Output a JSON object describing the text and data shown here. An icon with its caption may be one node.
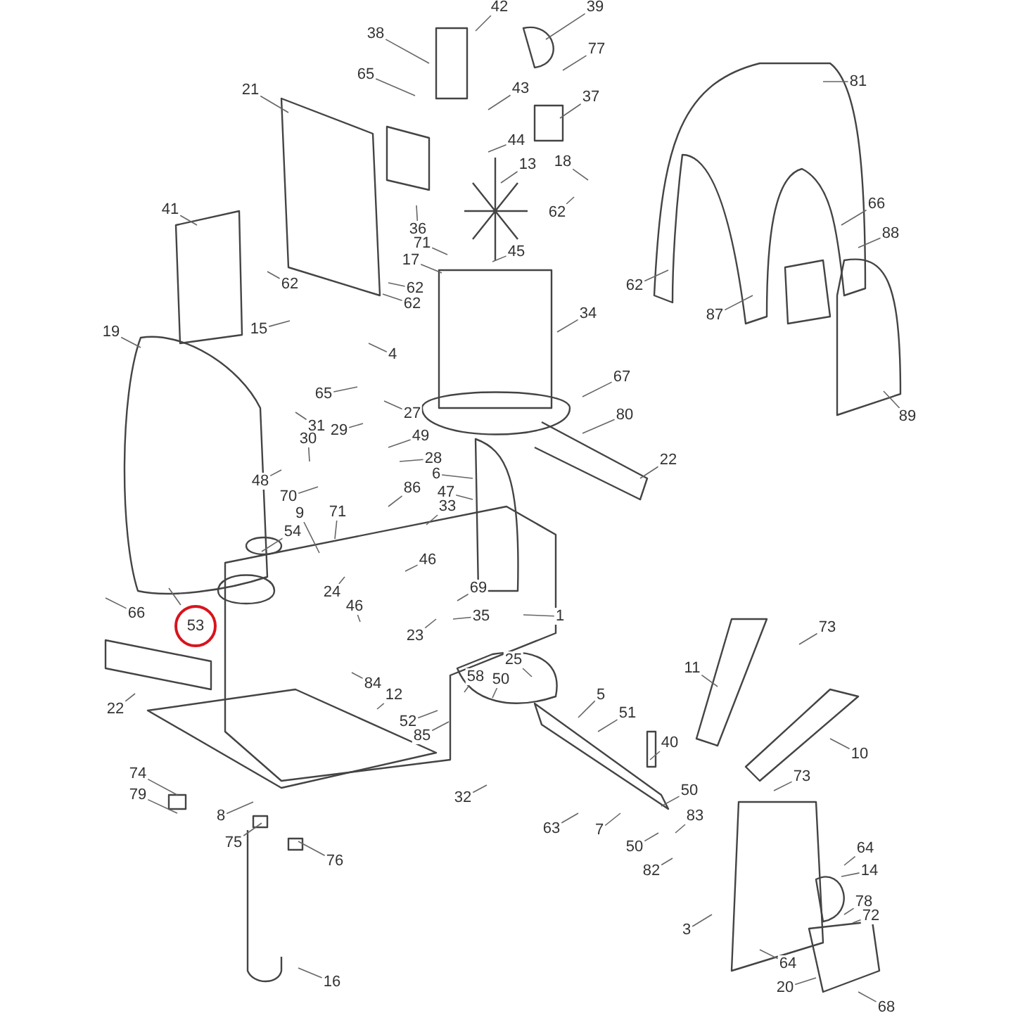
{
  "diagram": {
    "nodes": [
      {
        "text": [
          "38"
        ]
      },
      {
        "text": [
          "65"
        ]
      },
      {
        "text": [
          "21"
        ]
      },
      {
        "text": [
          "42"
        ]
      },
      {
        "text": [
          "39"
        ]
      },
      {
        "text": [
          "77"
        ]
      },
      {
        "text": [
          "43"
        ]
      },
      {
        "text": [
          "37"
        ]
      },
      {
        "text": [
          "44"
        ]
      },
      {
        "text": [
          "13"
        ]
      },
      {
        "text": [
          "18"
        ]
      },
      {
        "text": [
          "62"
        ]
      },
      {
        "text": [
          "36"
        ]
      },
      {
        "text": [
          "71"
        ]
      },
      {
        "text": [
          "17"
        ]
      },
      {
        "text": [
          "45"
        ]
      },
      {
        "text": [
          "81"
        ]
      },
      {
        "text": [
          "66"
        ]
      },
      {
        "text": [
          "88"
        ]
      },
      {
        "text": [
          "62"
        ]
      },
      {
        "text": [
          "87"
        ]
      },
      {
        "text": [
          "89"
        ]
      },
      {
        "text": [
          "34"
        ]
      },
      {
        "text": [
          "67"
        ]
      },
      {
        "text": [
          "80"
        ]
      },
      {
        "text": [
          "22"
        ]
      },
      {
        "text": [
          "41"
        ]
      },
      {
        "text": [
          "62"
        ]
      },
      {
        "text": [
          "62"
        ]
      },
      {
        "text": [
          "62"
        ]
      },
      {
        "text": [
          "15"
        ]
      },
      {
        "text": [
          "19"
        ]
      },
      {
        "text": [
          "4"
        ]
      },
      {
        "text": [
          "65"
        ]
      },
      {
        "text": [
          "27"
        ]
      },
      {
        "text": [
          "29"
        ]
      },
      {
        "text": [
          "31"
        ]
      },
      {
        "text": [
          "30"
        ]
      },
      {
        "text": [
          "49"
        ]
      },
      {
        "text": [
          "28"
        ]
      },
      {
        "text": [
          "6"
        ]
      },
      {
        "text": [
          "48"
        ]
      },
      {
        "text": [
          "70"
        ]
      },
      {
        "text": [
          "86"
        ]
      },
      {
        "text": [
          "47"
        ]
      },
      {
        "text": [
          "33"
        ]
      },
      {
        "text": [
          "9"
        ]
      },
      {
        "text": [
          "71"
        ]
      },
      {
        "text": [
          "54"
        ]
      },
      {
        "text": [
          "46"
        ]
      },
      {
        "text": [
          "24"
        ]
      },
      {
        "text": [
          "46"
        ]
      },
      {
        "text": [
          "69"
        ]
      },
      {
        "text": [
          "35"
        ]
      },
      {
        "text": [
          "23"
        ]
      },
      {
        "text": [
          "1"
        ]
      },
      {
        "text": [
          "66"
        ]
      },
      {
        "text": [
          "53"
        ]
      },
      {
        "text": [
          "22"
        ]
      },
      {
        "text": [
          "84"
        ]
      },
      {
        "text": [
          "12"
        ]
      },
      {
        "text": [
          "58"
        ]
      },
      {
        "text": [
          "50"
        ]
      },
      {
        "text": [
          "25"
        ]
      },
      {
        "text": [
          "52"
        ]
      },
      {
        "text": [
          "85"
        ]
      },
      {
        "text": [
          "32"
        ]
      },
      {
        "text": [
          "5"
        ]
      },
      {
        "text": [
          "51"
        ]
      },
      {
        "text": [
          "40"
        ]
      },
      {
        "text": [
          "11"
        ]
      },
      {
        "text": [
          "73"
        ]
      },
      {
        "text": [
          "10"
        ]
      },
      {
        "text": [
          "73"
        ]
      },
      {
        "text": [
          "50"
        ]
      },
      {
        "text": [
          "83"
        ]
      },
      {
        "text": [
          "63"
        ]
      },
      {
        "text": [
          "7"
        ]
      },
      {
        "text": [
          "50"
        ]
      },
      {
        "text": [
          "82"
        ]
      },
      {
        "text": [
          "64"
        ]
      },
      {
        "text": [
          "14"
        ]
      },
      {
        "text": [
          "78"
        ]
      },
      {
        "text": [
          "72"
        ]
      },
      {
        "text": [
          "3"
        ]
      },
      {
        "text": [
          "64"
        ]
      },
      {
        "text": [
          "20"
        ]
      },
      {
        "text": [
          "68"
        ]
      },
      {
        "text": [
          "74"
        ]
      },
      {
        "text": [
          "79"
        ]
      },
      {
        "text": [
          "8"
        ]
      },
      {
        "text": [
          "75"
        ]
      },
      {
        "text": [
          "76"
        ]
      },
      {
        "text": [
          "16"
        ]
      }
    ],
    "edges": [
      {
        "from": 0,
        "to": null,
        "arrow": "none"
      },
      {
        "from": 1,
        "to": null,
        "arrow": "none"
      },
      {
        "from": 2,
        "to": null,
        "arrow": "none"
      },
      {
        "from": 3,
        "to": null,
        "arrow": "none"
      },
      {
        "from": 4,
        "to": null,
        "arrow": "none"
      },
      {
        "from": 5,
        "to": null,
        "arrow": "none"
      },
      {
        "from": 6,
        "to": null,
        "arrow": "none"
      },
      {
        "from": 7,
        "to": null,
        "arrow": "none"
      },
      {
        "from": 8,
        "to": null,
        "arrow": "none"
      },
      {
        "from": 9,
        "to": null,
        "arrow": "none"
      },
      {
        "from": 10,
        "to": null,
        "arrow": "none"
      },
      {
        "from": 11,
        "to": null,
        "arrow": "none"
      },
      {
        "from": 12,
        "to": null,
        "arrow": "none"
      },
      {
        "from": 13,
        "to": null,
        "arrow": "none"
      },
      {
        "from": 14,
        "to": null,
        "arrow": "none"
      },
      {
        "from": 15,
        "to": null,
        "arrow": "none"
      },
      {
        "from": 16,
        "to": null,
        "arrow": "none"
      },
      {
        "from": 17,
        "to": null,
        "arrow": "none"
      },
      {
        "from": 18,
        "to": null,
        "arrow": "none"
      },
      {
        "from": 19,
        "to": null,
        "arrow": "none"
      },
      {
        "from": 20,
        "to": null,
        "arrow": "none"
      },
      {
        "from": 21,
        "to": null,
        "arrow": "none"
      },
      {
        "from": 22,
        "to": null,
        "arrow": "none"
      },
      {
        "from": 23,
        "to": null,
        "arrow": "none"
      },
      {
        "from": 24,
        "to": null,
        "arrow": "none"
      },
      {
        "from": 25,
        "to": null,
        "arrow": "none"
      },
      {
        "from": 26,
        "to": null,
        "arrow": "none"
      },
      {
        "from": 27,
        "to": null,
        "arrow": "none"
      },
      {
        "from": 28,
        "to": null,
        "arrow": "none"
      },
      {
        "from": 29,
        "to": null,
        "arrow": "none"
      },
      {
        "from": 30,
        "to": null,
        "arrow": "none"
      },
      {
        "from": 31,
        "to": null,
        "arrow": "none"
      },
      {
        "from": 32,
        "to": null,
        "arrow": "none"
      },
      {
        "from": 33,
        "to": null,
        "arrow": "none"
      },
      {
        "from": 34,
        "to": null,
        "arrow": "none"
      },
      {
        "from": 35,
        "to": null,
        "arrow": "none"
      },
      {
        "from": 36,
        "to": null,
        "arrow": "none"
      },
      {
        "from": 37,
        "to": null,
        "arrow": "none"
      },
      {
        "from": 38,
        "to": null,
        "arrow": "none"
      },
      {
        "from": 39,
        "to": null,
        "arrow": "none"
      },
      {
        "from": 40,
        "to": null,
        "arrow": "none"
      },
      {
        "from": 41,
        "to": null,
        "arrow": "none"
      },
      {
        "from": 42,
        "to": null,
        "arrow": "none"
      },
      {
        "from": 43,
        "to": null,
        "arrow": "none"
      },
      {
        "from": 44,
        "to": null,
        "arrow": "none"
      },
      {
        "from": 45,
        "to": null,
        "arrow": "none"
      },
      {
        "from": 46,
        "to": null,
        "arrow": "none"
      },
      {
        "from": 47,
        "to": null,
        "arrow": "none"
      },
      {
        "from": 48,
        "to": null,
        "arrow": "none"
      },
      {
        "from": 49,
        "to": null,
        "arrow": "none"
      },
      {
        "from": 50,
        "to": null,
        "arrow": "none"
      },
      {
        "from": 51,
        "to": null,
        "arrow": "none"
      },
      {
        "from": 52,
        "to": null,
        "arrow": "none"
      },
      {
        "from": 53,
        "to": null,
        "arrow": "none"
      },
      {
        "from": 54,
        "to": null,
        "arrow": "none"
      },
      {
        "from": 55,
        "to": null,
        "arrow": "none"
      },
      {
        "from": 56,
        "to": null,
        "arrow": "none"
      },
      {
        "from": 57,
        "to": null,
        "arrow": "none"
      },
      {
        "from": 58,
        "to": null,
        "arrow": "none"
      },
      {
        "from": 59,
        "to": null,
        "arrow": "none"
      },
      {
        "from": 60,
        "to": null,
        "arrow": "none"
      },
      {
        "from": 61,
        "to": null,
        "arrow": "none"
      },
      {
        "from": 62,
        "to": null,
        "arrow": "none"
      },
      {
        "from": 63,
        "to": null,
        "arrow": "none"
      },
      {
        "from": 64,
        "to": null,
        "arrow": "none"
      },
      {
        "from": 65,
        "to": null,
        "arrow": "none"
      },
      {
        "from": 66,
        "to": null,
        "arrow": "none"
      },
      {
        "from": 67,
        "to": null,
        "arrow": "none"
      },
      {
        "from": 68,
        "to": null,
        "arrow": "none"
      },
      {
        "from": 69,
        "to": null,
        "arrow": "none"
      },
      {
        "from": 70,
        "to": null,
        "arrow": "none"
      },
      {
        "from": 71,
        "to": null,
        "arrow": "none"
      },
      {
        "from": 72,
        "to": null,
        "arrow": "none"
      },
      {
        "from": 73,
        "to": null,
        "arrow": "none"
      },
      {
        "from": 74,
        "to": null,
        "arrow": "none"
      },
      {
        "from": 75,
        "to": null,
        "arrow": "none"
      },
      {
        "from": 76,
        "to": null,
        "arrow": "none"
      },
      {
        "from": 77,
        "to": null,
        "arrow": "none"
      },
      {
        "from": 78,
        "to": null,
        "arrow": "none"
      },
      {
        "from": 79,
        "to": null,
        "arrow": "none"
      },
      {
        "from": 80,
        "to": null,
        "arrow": "none"
      },
      {
        "from": 81,
        "to": null,
        "arrow": "none"
      },
      {
        "from": 82,
        "to": null,
        "arrow": "none"
      },
      {
        "from": 83,
        "to": null,
        "arrow": "none"
      },
      {
        "from": 84,
        "to": null,
        "arrow": "none"
      },
      {
        "from": 85,
        "to": null,
        "arrow": "none"
      },
      {
        "from": 86,
        "to": null,
        "arrow": "none"
      },
      {
        "from": 87,
        "to": null,
        "arrow": "none"
      },
      {
        "from": 88,
        "to": null,
        "arrow": "none"
      },
      {
        "from": 89,
        "to": null,
        "arrow": "none"
      },
      {
        "from": 90,
        "to": null,
        "arrow": "none"
      },
      {
        "from": 91,
        "to": null,
        "arrow": "none"
      },
      {
        "from": 92,
        "to": null,
        "arrow": "none"
      },
      {
        "from": 93,
        "to": null,
        "arrow": "none"
      }
    ]
  }
}
